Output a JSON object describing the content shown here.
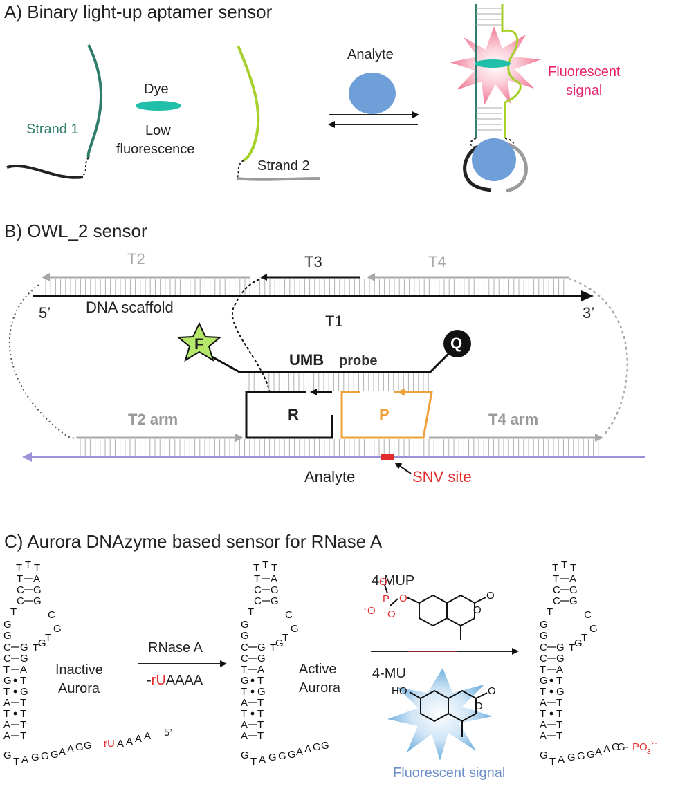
{
  "colors": {
    "strand1": "#2e7d6b",
    "strand2": "#a6d12c",
    "dye": "#1fbfa9",
    "analyte": "#6f9fd8",
    "fluor_signal": "#e8246e",
    "burst": "#f08a9e",
    "gray": "#9b9b9b",
    "dark": "#222222",
    "orange": "#f0a03a",
    "purple": "#9a92d6",
    "snv": "#e32d2d",
    "fluorophore": "#b5e86a",
    "red_text": "#e32d2d",
    "blue_text": "#6b8fc6"
  },
  "panel_a": {
    "title": "A) Binary light-up aptamer sensor",
    "strand1": "Strand 1",
    "dye": "Dye",
    "low_line1": "Low",
    "low_line2": "fluorescence",
    "strand2": "Strand 2",
    "analyte": "Analyte",
    "fluor_line1": "Fluorescent",
    "fluor_line2": "signal"
  },
  "panel_b": {
    "title": "B) OWL_2 sensor",
    "t2": "T2",
    "t3": "T3",
    "t4": "T4",
    "five_prime": "5’",
    "scaffold": "DNA scaffold",
    "t1": "T1",
    "three_prime": "3’",
    "fluorophore": "F",
    "quencher": "Q",
    "umb": "UMB",
    "probe": "probe",
    "r": "R",
    "p": "P",
    "t2_arm": "T2 arm",
    "t4_arm": "T4 arm",
    "analyte": "Analyte",
    "snv": "SNV site"
  },
  "panel_c": {
    "title": "C) Aurora DNAzyme based  sensor for RNase A",
    "inactive_line1": "Inactive",
    "inactive_line2": "Aurora",
    "rnase": "RNase A",
    "cleaved_dash": "-",
    "cleaved_ru": "rU",
    "cleaved_rest": "AAAA",
    "active_line1": "Active",
    "active_line2": "Aurora",
    "mup": "4-MUP",
    "mu": "4-MU",
    "fluor_signal": "Fluorescent signal",
    "five_prime": "5’",
    "o": "O",
    "o_minus": "O",
    "p_atom": "P",
    "ho": "HO",
    "minus": "-",
    "hairpin_loop": [
      "T",
      "T",
      "T"
    ],
    "hairpin_pairs": [
      [
        "T",
        "A"
      ],
      [
        "C",
        "G"
      ],
      [
        "C",
        "G"
      ]
    ],
    "hairpin_side": [
      "T",
      "C",
      "G",
      "G",
      "T",
      "G",
      "T"
    ],
    "stem_pairs": [
      [
        "C",
        "G"
      ],
      [
        "C",
        "G"
      ],
      [
        "T",
        "A"
      ],
      [
        "G",
        "T"
      ],
      [
        "T",
        "G"
      ],
      [
        "A",
        "T"
      ],
      [
        "T",
        "T"
      ],
      [
        "A",
        "T"
      ],
      [
        "A",
        "T"
      ]
    ],
    "stem_left_top": "G",
    "stem_left_2": "G",
    "tail_inactive": [
      "G",
      "T",
      "A",
      "G",
      "G",
      "G",
      "A",
      "A",
      "G",
      "G"
    ],
    "tail_ru": "rU",
    "tail_a": [
      "A",
      "A",
      "A",
      "A"
    ],
    "tail_active": [
      "G",
      "T",
      "A",
      "G",
      "G",
      "G",
      "A",
      "A",
      "G",
      "G"
    ],
    "tail_product_g": "G-",
    "po3": "PO",
    "po3_sub": "3",
    "po3_sup": "2-"
  }
}
